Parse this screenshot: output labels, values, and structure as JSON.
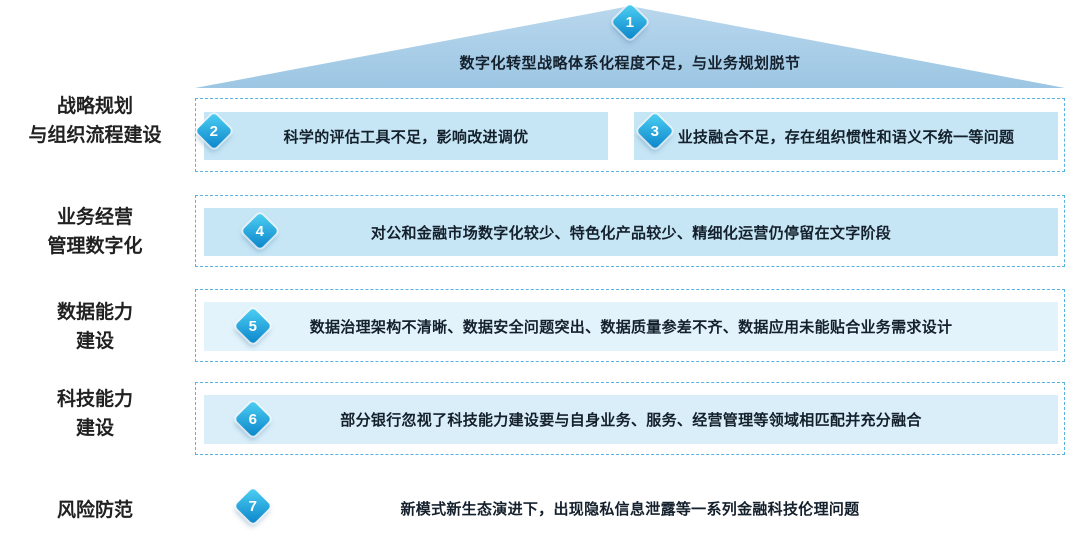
{
  "colors": {
    "roof_fill_top": "#b9d7ed",
    "roof_fill_bottom": "#9cc6e3",
    "box_fill_dark": "#c6e6f5",
    "box_fill_mid": "#d9eef9",
    "box_fill_light": "#e2f3fb",
    "dashed_border": "#58b2e2",
    "badge_gradient_start": "#4ed0f3",
    "badge_gradient_end": "#0a84ca",
    "text_dark": "#14202c"
  },
  "roof": {
    "badge": "1",
    "text": "数字化转型战略体系化程度不足，与业务规划脱节"
  },
  "sections": [
    {
      "label": [
        "战略规划",
        "与组织流程建设"
      ],
      "items": [
        {
          "badge": "2",
          "text": "科学的评估工具不足，影响改进调优"
        },
        {
          "badge": "3",
          "text": "业技融合不足，存在组织惯性和语义不统一等问题"
        }
      ]
    },
    {
      "label": [
        "业务经营",
        "管理数字化"
      ],
      "items": [
        {
          "badge": "4",
          "text": "对公和金融市场数字化较少、特色化产品较少、精细化运营仍停留在文字阶段"
        }
      ]
    },
    {
      "label": [
        "数据能力",
        "建设"
      ],
      "items": [
        {
          "badge": "5",
          "text": "数据治理架构不清晰、数据安全问题突出、数据质量参差不齐、数据应用未能贴合业务需求设计"
        }
      ]
    },
    {
      "label": [
        "科技能力",
        "建设"
      ],
      "items": [
        {
          "badge": "6",
          "text": "部分银行忽视了科技能力建设要与自身业务、服务、经营管理等领域相匹配并充分融合"
        }
      ]
    },
    {
      "label": [
        "风险防范"
      ],
      "items": [
        {
          "badge": "7",
          "text": "新模式新生态演进下，出现隐私信息泄露等一系列金融科技伦理问题"
        }
      ]
    }
  ]
}
